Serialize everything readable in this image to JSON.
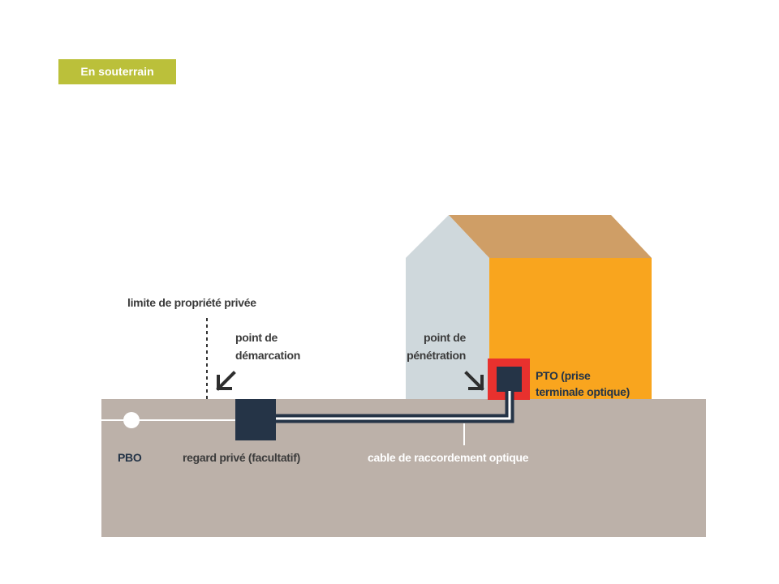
{
  "badge": {
    "label": "En souterrain"
  },
  "labels": {
    "property_limit": "limite de propriété privée",
    "demarcation_line1": "point de",
    "demarcation_line2": "démarcation",
    "penetration_line1": "point de",
    "penetration_line2": "pénétration",
    "pto_line1": "PTO (prise",
    "pto_line2": "terminale optique)",
    "pbo": "PBO",
    "regard": "regard privé (facultatif)",
    "cable": "cable de raccordement optique"
  },
  "colors": {
    "badge": "#bbc03a",
    "ground": "#bcb1a9",
    "house_side": "#cfd8dc",
    "house_roof": "#cf9e66",
    "house_front": "#f9a51e",
    "pto_frame": "#e8312e",
    "equipment": "#253447",
    "cable_core": "#ffffff",
    "line_white": "#ffffff",
    "dashed_line": "#333333"
  },
  "icons": {
    "demarcation_arrow": "arrow-down-left-icon",
    "penetration_arrow": "arrow-down-right-icon"
  }
}
